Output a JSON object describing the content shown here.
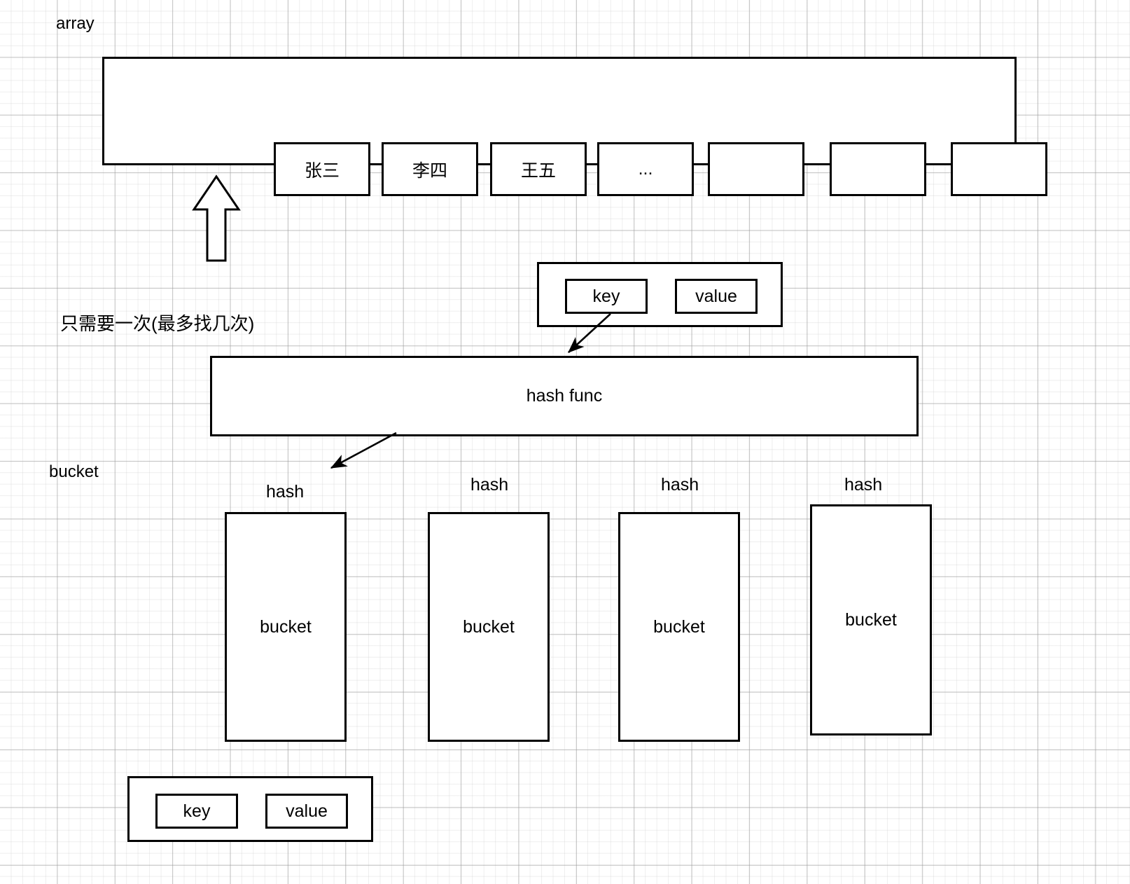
{
  "diagram": {
    "title": "hash map structure",
    "bg": "#ffffff",
    "stroke": "#000000",
    "grid_minor": "#e8e8e8",
    "grid_major": "#9b9b9b"
  },
  "labels": {
    "array": "array",
    "bucket": "bucket",
    "note": "只需要一次(最多找几次)"
  },
  "array": {
    "cells": [
      {
        "text": "张三"
      },
      {
        "text": "李四"
      },
      {
        "text": "王五"
      },
      {
        "text": "..."
      },
      {
        "text": ""
      },
      {
        "text": ""
      },
      {
        "text": ""
      }
    ]
  },
  "kv_top": {
    "key_label": "key",
    "value_label": "value"
  },
  "hash_func": {
    "label": "hash func"
  },
  "buckets": [
    {
      "hash_label": "hash",
      "bucket_label": "bucket"
    },
    {
      "hash_label": "hash",
      "bucket_label": "bucket"
    },
    {
      "hash_label": "hash",
      "bucket_label": "bucket"
    },
    {
      "hash_label": "hash",
      "bucket_label": "bucket"
    }
  ],
  "kv_bottom": {
    "key_label": "key",
    "value_label": "value"
  },
  "arrows": {
    "array_up": "block-arrow-up",
    "key_to_hash_func": "arrow-down-left",
    "hash_func_to_bucket": "arrow-down-left"
  }
}
